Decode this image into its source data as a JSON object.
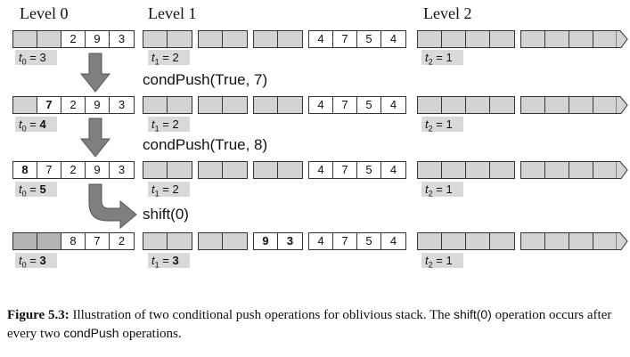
{
  "levels": [
    "Level 0",
    "Level 1",
    "Level 2"
  ],
  "states": [
    {
      "blocks": [
        {
          "cells": [
            "",
            "",
            "2",
            "9",
            "3"
          ],
          "bold": [],
          "dark": []
        },
        {
          "cells": [
            "",
            ""
          ],
          "bold": [],
          "dark": []
        },
        {
          "cells": [
            "",
            ""
          ],
          "bold": [],
          "dark": []
        },
        {
          "cells": [
            "",
            ""
          ],
          "bold": [],
          "dark": []
        },
        {
          "cells": [
            "4",
            "7",
            "5",
            "4"
          ],
          "bold": [],
          "dark": []
        },
        {
          "cells": [
            "",
            "",
            "",
            ""
          ],
          "bold": [],
          "dark": []
        },
        {
          "cells": [
            "",
            "",
            "",
            ""
          ],
          "bold": [],
          "dark": [],
          "tail": true
        }
      ],
      "t": [
        {
          "sym": "t",
          "sub": "0",
          "val": "3",
          "bold": false
        },
        {
          "sym": "t",
          "sub": "1",
          "val": "2",
          "bold": false
        },
        {
          "sym": "t",
          "sub": "2",
          "val": "1",
          "bold": false
        }
      ]
    },
    {
      "blocks": [
        {
          "cells": [
            "",
            "7",
            "2",
            "9",
            "3"
          ],
          "bold": [
            1
          ],
          "dark": []
        },
        {
          "cells": [
            "",
            ""
          ],
          "bold": [],
          "dark": []
        },
        {
          "cells": [
            "",
            ""
          ],
          "bold": [],
          "dark": []
        },
        {
          "cells": [
            "",
            ""
          ],
          "bold": [],
          "dark": []
        },
        {
          "cells": [
            "4",
            "7",
            "5",
            "4"
          ],
          "bold": [],
          "dark": []
        },
        {
          "cells": [
            "",
            "",
            "",
            ""
          ],
          "bold": [],
          "dark": []
        },
        {
          "cells": [
            "",
            "",
            "",
            ""
          ],
          "bold": [],
          "dark": [],
          "tail": true
        }
      ],
      "t": [
        {
          "sym": "t",
          "sub": "0",
          "val": "4",
          "bold": true
        },
        {
          "sym": "t",
          "sub": "1",
          "val": "2",
          "bold": false
        },
        {
          "sym": "t",
          "sub": "2",
          "val": "1",
          "bold": false
        }
      ]
    },
    {
      "blocks": [
        {
          "cells": [
            "8",
            "7",
            "2",
            "9",
            "3"
          ],
          "bold": [
            0
          ],
          "dark": []
        },
        {
          "cells": [
            "",
            ""
          ],
          "bold": [],
          "dark": []
        },
        {
          "cells": [
            "",
            ""
          ],
          "bold": [],
          "dark": []
        },
        {
          "cells": [
            "",
            ""
          ],
          "bold": [],
          "dark": []
        },
        {
          "cells": [
            "4",
            "7",
            "5",
            "4"
          ],
          "bold": [],
          "dark": []
        },
        {
          "cells": [
            "",
            "",
            "",
            ""
          ],
          "bold": [],
          "dark": []
        },
        {
          "cells": [
            "",
            "",
            "",
            ""
          ],
          "bold": [],
          "dark": [],
          "tail": true
        }
      ],
      "t": [
        {
          "sym": "t",
          "sub": "0",
          "val": "5",
          "bold": true
        },
        {
          "sym": "t",
          "sub": "1",
          "val": "2",
          "bold": false
        },
        {
          "sym": "t",
          "sub": "2",
          "val": "1",
          "bold": false
        }
      ]
    },
    {
      "blocks": [
        {
          "cells": [
            "",
            "",
            "8",
            "7",
            "2"
          ],
          "bold": [],
          "dark": [
            0,
            1
          ]
        },
        {
          "cells": [
            "",
            ""
          ],
          "bold": [],
          "dark": []
        },
        {
          "cells": [
            "",
            ""
          ],
          "bold": [],
          "dark": []
        },
        {
          "cells": [
            "9",
            "3"
          ],
          "bold": [
            0,
            1
          ],
          "dark": []
        },
        {
          "cells": [
            "4",
            "7",
            "5",
            "4"
          ],
          "bold": [],
          "dark": []
        },
        {
          "cells": [
            "",
            "",
            "",
            ""
          ],
          "bold": [],
          "dark": []
        },
        {
          "cells": [
            "",
            "",
            "",
            ""
          ],
          "bold": [],
          "dark": [],
          "tail": true
        }
      ],
      "t": [
        {
          "sym": "t",
          "sub": "0",
          "val": "3",
          "bold": true
        },
        {
          "sym": "t",
          "sub": "1",
          "val": "3",
          "bold": true
        },
        {
          "sym": "t",
          "sub": "2",
          "val": "1",
          "bold": false
        }
      ]
    }
  ],
  "operations": [
    "condPush(True, 7)",
    "condPush(True, 8)",
    "shift(0)"
  ],
  "caption": {
    "label": "Figure 5.3:",
    "text1": " Illustration of two conditional push operations for oblivious stack. The ",
    "code1": "shift(0)",
    "text2": " operation occurs after every two ",
    "code2": "condPush",
    "text3": " operations."
  },
  "colors": {
    "empty_cell": "#d3d3d3",
    "shifted_cell": "#b3b3b3",
    "arrow": "#7f7f7f"
  }
}
